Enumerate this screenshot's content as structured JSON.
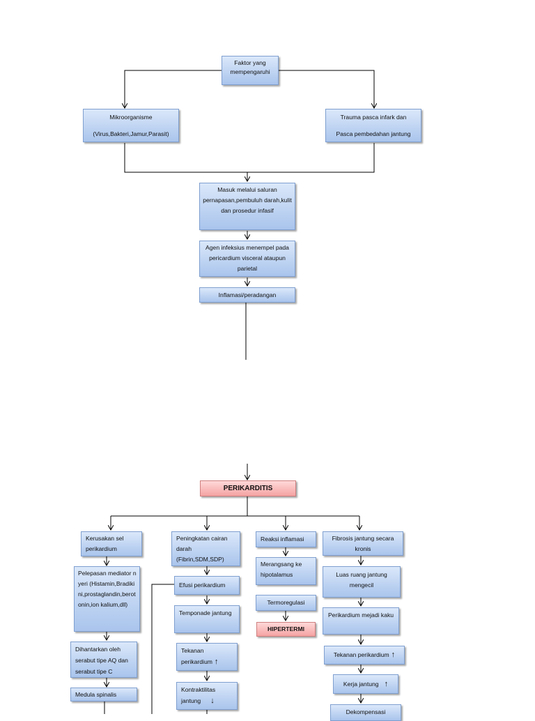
{
  "nodes": {
    "faktor": "Faktor yang mempengaruhi",
    "mikro_1": "Mikroorganisme",
    "mikro_2": "(Virus,Bakteri,Jamur,Parasit)",
    "trauma_1": "Trauma pasca infark dan",
    "trauma_2": "Pasca pembedahan jantung",
    "masuk": "Masuk melalui saluran pernapasan,pembuluh darah,kulit dan prosedur infasif",
    "agen": "Agen infeksius menempel pada pericardium visceral ataupun parietal",
    "inflamasi": "Inflamasi/peradangan",
    "perikarditis": "PERIKARDITIS",
    "kerusakan": "Kerusakan sel perikardium",
    "pelepasan": "Pelepasan mediator nyeri (Histamin,Bradikini,prostaglandin,berotonin,ion kalium,dll)",
    "dihantarkan": "Dihantarkan oleh serabut tipe AQ dan serabut tipe C",
    "medula": "Medula spinalis",
    "peningkatan": "Peningkatan cairan darah (Fibrin,SDM,SDP)",
    "efusi": "Efusi perikardium",
    "temponade": "Temponade jantung",
    "tekanan_peri": "Tekanan perikardium",
    "kontraktilitas": "Kontraktilitas jantung",
    "reaksi": "Reaksi inflamasi",
    "merangsang": "Merangsang ke hipotalamus",
    "termoregulasi": "Termoregulasi",
    "hipertermi": "HIPERTERMI",
    "fibrosis": "Fibrosis jantung secara kronis",
    "luas": "Luas ruang jantung mengecil",
    "kaku": "Perikardium mejadi kaku",
    "tekanan_peri_2": "Tekanan perikardium",
    "kerja": "Kerja jantung",
    "dekompensasi": "Dekompensasi"
  },
  "indicators": {
    "up": "↑",
    "down": "↓"
  }
}
